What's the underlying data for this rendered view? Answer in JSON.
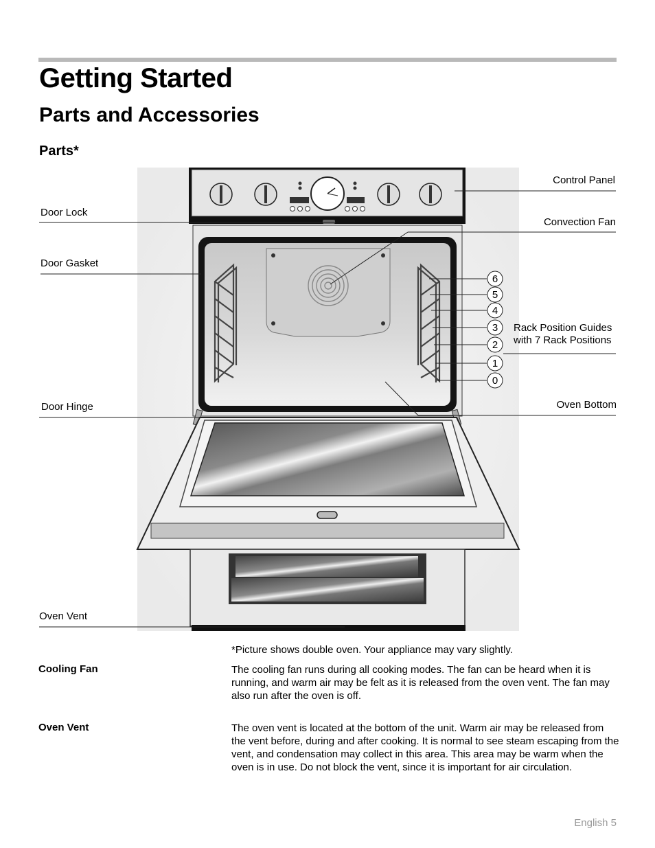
{
  "heading": "Getting Started",
  "section_title": "Parts and Accessories",
  "subsection_title": "Parts*",
  "labels": {
    "door_lock": "Door Lock",
    "door_gasket": "Door Gasket",
    "door_hinge": "Door Hinge",
    "oven_vent": "Oven Vent",
    "control_panel": "Control Panel",
    "convection_fan": "Convection Fan",
    "rack_guides_line1": "Rack Position Guides",
    "rack_guides_line2": "with 7 Rack Positions",
    "oven_bottom": "Oven Bottom"
  },
  "rack_positions": [
    "6",
    "5",
    "4",
    "3",
    "2",
    "1",
    "0"
  ],
  "figure_note": "*Picture shows double oven. Your appliance may vary slightly.",
  "entries": [
    {
      "term": "Cooling Fan",
      "description": "The cooling fan runs during all cooking modes. The fan can be heard when it is running, and warm air may be felt as it is released from the oven vent. The fan may also run after the oven is off."
    },
    {
      "term": "Oven Vent",
      "description": "The oven vent is located at the bottom of the unit. Warm air may be released from the vent before, during and after cooking. It is normal to see steam escaping from the vent, and condensation may collect in this area. This area may be warm when the oven is in use. Do not block the vent, since it is important for air circulation."
    }
  ],
  "footer": "English 5"
}
